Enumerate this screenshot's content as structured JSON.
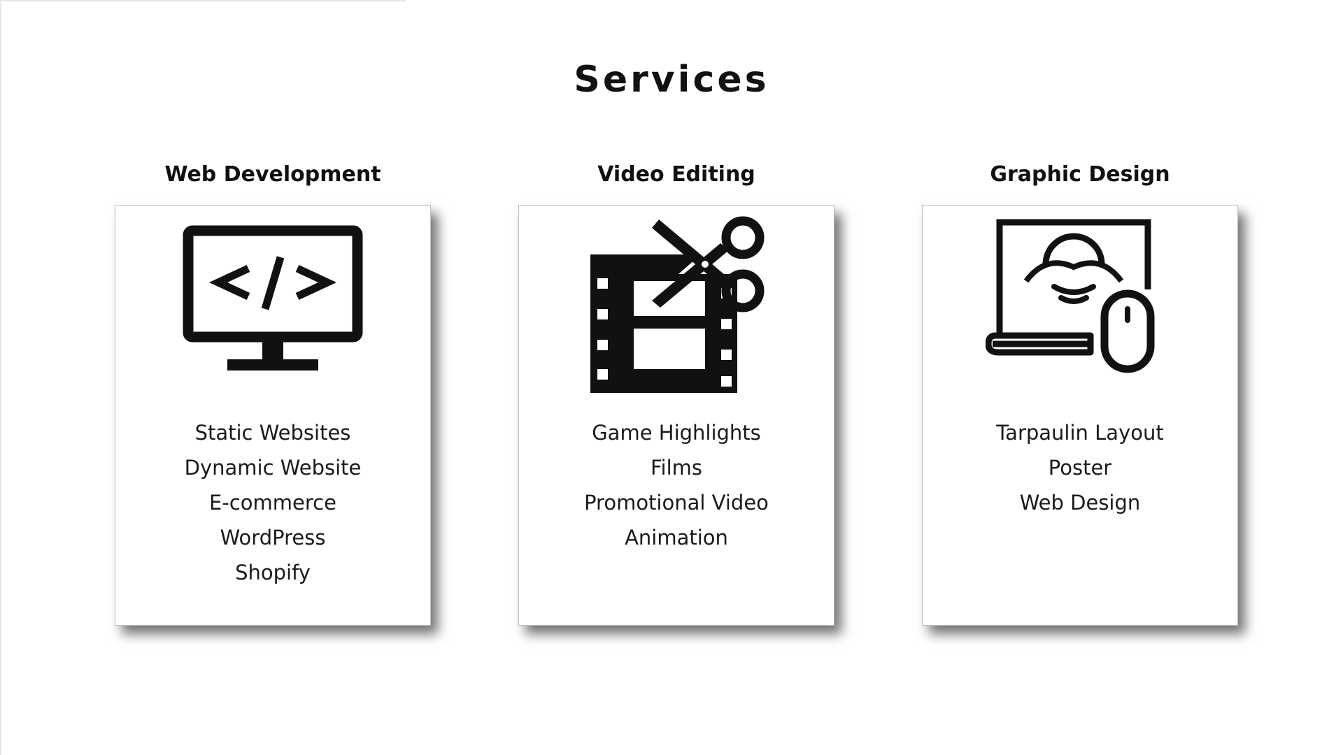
{
  "page": {
    "title": "Services"
  },
  "services": [
    {
      "heading": "Web Development",
      "icon": "monitor-code-icon",
      "items": [
        "Static Websites",
        "Dynamic Website",
        "E-commerce",
        "WordPress",
        "Shopify"
      ]
    },
    {
      "heading": "Video Editing",
      "icon": "film-scissors-icon",
      "items": [
        "Game Highlights",
        "Films",
        "Promotional Video",
        "Animation"
      ]
    },
    {
      "heading": "Graphic Design",
      "icon": "design-monitor-mouse-icon",
      "items": [
        "Tarpaulin Layout",
        "Poster",
        "Web Design"
      ]
    }
  ],
  "colors": {
    "background": "#ffffff",
    "text": "#111111",
    "icon": "#111111"
  }
}
